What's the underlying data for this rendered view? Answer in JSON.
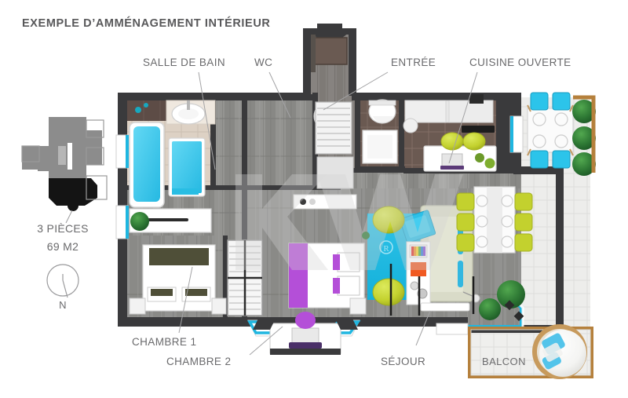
{
  "document": {
    "title": "EXEMPLE D’AMMÉNAGEMENT INTÉRIEUR",
    "type": "floor-plan",
    "watermark": "KW"
  },
  "summary": {
    "rooms_count_label": "3 PIÈCES",
    "area_label": "69 M2",
    "compass_label": "N"
  },
  "room_labels": {
    "bathroom": "SALLE DE BAIN",
    "wc": "WC",
    "entrance": "ENTRÉE",
    "kitchen": "CUISINE OUVERTE",
    "bedroom_1": "CHAMBRE 1",
    "bedroom_2": "CHAMBRE 2",
    "living_room": "SÉJOUR",
    "balcony": "BALCON"
  },
  "colors": {
    "wall": "#3a3a3c",
    "wall_dark": "#2f2f31",
    "title_text": "#58585a",
    "label_text": "#6a6a6c",
    "leader_line": "#9a9a9c",
    "accent_cyan": "#1fb6e0",
    "water_blue": "#3fc8ef",
    "rug_blue": "#23bde4",
    "chair_green": "#c3d12e",
    "bed_purple": "#b44fd8",
    "bed_olive": "#4f4f38",
    "wood_floor": "#8b8b88",
    "tile_brown": "#6d5b53",
    "terrace_tile": "#e8e8e6",
    "balcony_frame": "#b5803c",
    "plant_green": "#2f7a35",
    "watermark_gray": "#cfcfcf"
  },
  "markers": {
    "entrance_arrow": "down-arrow"
  }
}
